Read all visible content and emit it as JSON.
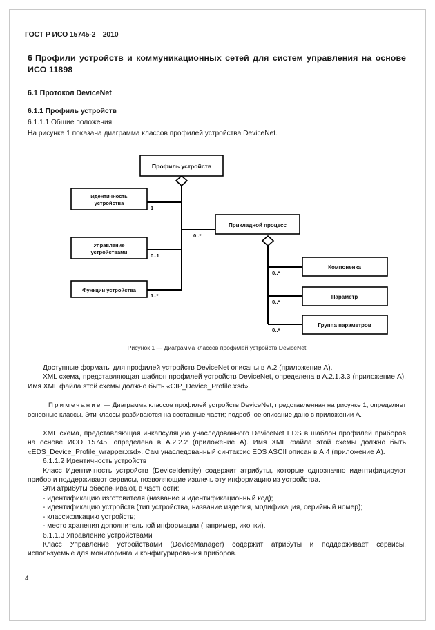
{
  "document": {
    "running_head": "ГОСТ Р ИСО 15745-2—2010",
    "page_number": "4"
  },
  "headings": {
    "section_number": "6",
    "section_title": "Профили устройств и коммуникационных сетей для систем управления на основе ИСО 11898",
    "sub_6_1": "6.1 Протокол DeviceNet",
    "sub_6_1_1": "6.1.1 Профиль устройств",
    "sub_6_1_1_1": "6.1.1.1 Общие положения",
    "sub_6_1_1_2": "6.1.1.2 Идентичность устройств",
    "sub_6_1_1_3": "6.1.1.3 Управление устройствами"
  },
  "lead_text": "На рисунке 1 показана диаграмма классов профилей устройства DeviceNet.",
  "figure": {
    "caption": "Рисунок 1 — Диаграмма классов профилей устройств DeviceNet",
    "boxes": {
      "device_profile": "Профиль устройств",
      "device_identity_line1": "Идентичность",
      "device_identity_line2": "устройства",
      "device_manager_line1": "Управление",
      "device_manager_line2": "устройствами",
      "device_function": "Функции устройства",
      "application_process": "Прикладной процесс",
      "component": "Компоненка",
      "parameter": "Параметр",
      "parameter_group": "Группа параметров"
    },
    "multiplicities": {
      "identity": "1",
      "manager": "0..1",
      "function": "1..*",
      "app_process": "0..*",
      "component": "0..*",
      "parameter": "0..*",
      "parameter_group": "0..*"
    }
  },
  "paragraphs": {
    "p1": "Доступные форматы для профилей устройств DeviceNet описаны в А.2 (приложение А).",
    "p2": "XML схема, представляющая шаблон профилей устройств DeviceNet, определена в А.2.1.3.3 (приложение А). Имя XML файла этой схемы должно быть «CIP_Device_Profile.xsd».",
    "note_label": "Примечание",
    "note_body": " — Диаграмма классов профилей устройств DeviceNet, представленная на рисунке 1, определяет основные классы. Эти классы разбиваются на составные части; подробное описание дано в приложении А.",
    "p3": "XML схема, представляющая инкапсуляцию унаследованного DeviceNet EDS в шаблон профилей приборов на основе ИСО 15745, определена в А.2.2.2 (приложение А). Имя XML файла этой схемы должно быть «EDS_Device_Profile_wrapper.xsd». Сам унаследованный синтаксис EDS ASCII описан в А.4 (приложение А).",
    "p4": "Класс Идентичность устройств (DeviceIdentity) содержит атрибуты, которые однозначно идентифицируют прибор и поддерживают сервисы, позволяющие извлечь эту информацию из устройства.",
    "p5": "Эти атрибуты обеспечивают, в частности:",
    "bullet1": "- идентификацию изготовителя (название и идентификационный код);",
    "bullet2": "- идентификацию устройств (тип устройства, название изделия, модификация, серийный номер);",
    "bullet3": "- классификацию устройств;",
    "bullet4": "- место хранения дополнительной информации (например, иконки).",
    "p6": "Класс Управление устройствами (DeviceManager) содержит атрибуты и поддерживает сервисы, используемые для мониторинга и конфигурирования приборов."
  },
  "colors": {
    "ink": "#1a1a1a",
    "paper": "#ffffff",
    "frame": "#c8c8c8",
    "stroke": "#000000"
  }
}
